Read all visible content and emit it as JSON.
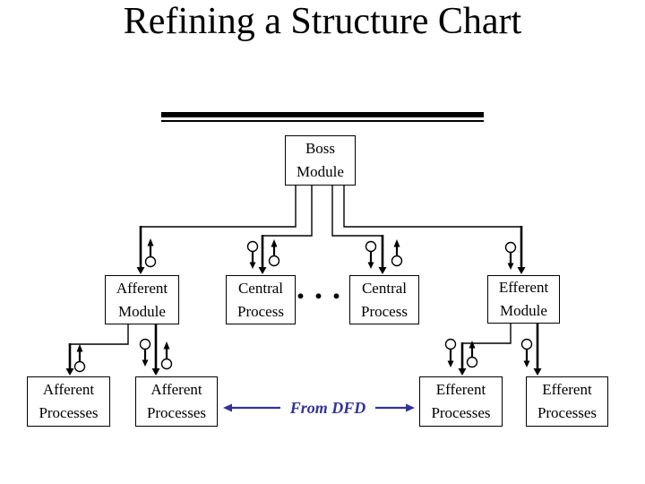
{
  "slide": {
    "title": "Refining a Structure Chart"
  },
  "chart": {
    "boss": "Boss\nModule",
    "level2": {
      "afferent_module": "Afferent\nModule",
      "central_process_left": "Central\nProcess",
      "central_process_right": "Central\nProcess",
      "efferent_module": "Efferent\nModule"
    },
    "level3": {
      "afferent_processes_left": "Afferent\nProcesses",
      "afferent_processes_mid": "Afferent\nProcesses",
      "efferent_processes_mid": "Efferent\nProcesses",
      "efferent_processes_right": "Efferent\nProcesses"
    },
    "ellipsis": "...",
    "from_dfd_label": "From DFD"
  },
  "colors": {
    "ink": "#000000",
    "from_dfd_blue": "#333399",
    "background": "#ffffff"
  }
}
